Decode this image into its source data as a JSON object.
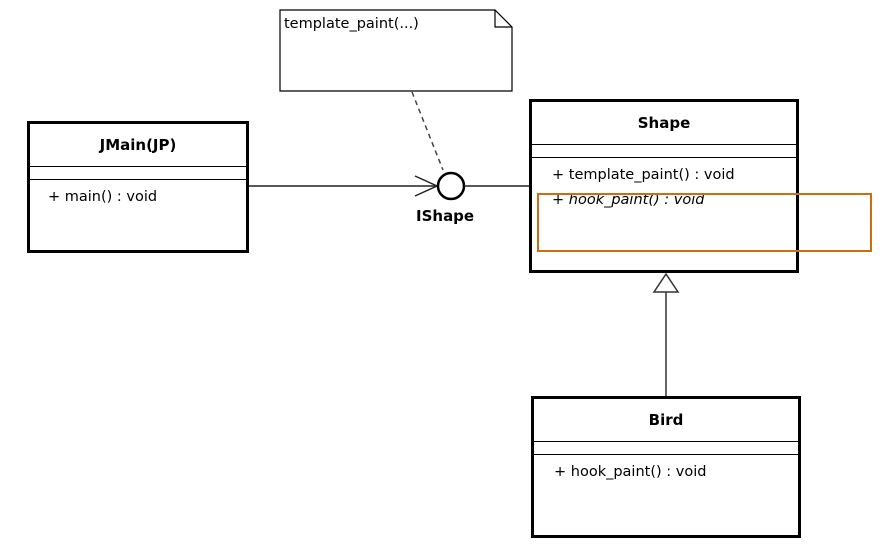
{
  "diagram": {
    "type": "UML class diagram",
    "note": {
      "text": "template_paint(...)"
    },
    "interface": {
      "name": "IShape"
    },
    "classes": {
      "jmain": {
        "name": "JMain(JP)",
        "operations": [
          "+ main() : void"
        ]
      },
      "shape": {
        "name": "Shape",
        "operations": [
          "+ template_paint() : void",
          "+ hook_paint() : void"
        ],
        "abstract_ops": [
          "hook_paint"
        ]
      },
      "bird": {
        "name": "Bird",
        "operations": [
          "+ hook_paint() : void"
        ]
      }
    },
    "relations": [
      {
        "from": "JMain(JP)",
        "to": "IShape",
        "kind": "dependency"
      },
      {
        "from": "Shape",
        "to": "IShape",
        "kind": "realization-lollipop"
      },
      {
        "from": "Bird",
        "to": "Shape",
        "kind": "generalization"
      },
      {
        "from": "note",
        "to": "IShape",
        "kind": "note-anchor"
      }
    ],
    "highlight_color": "#cc6e0f"
  }
}
